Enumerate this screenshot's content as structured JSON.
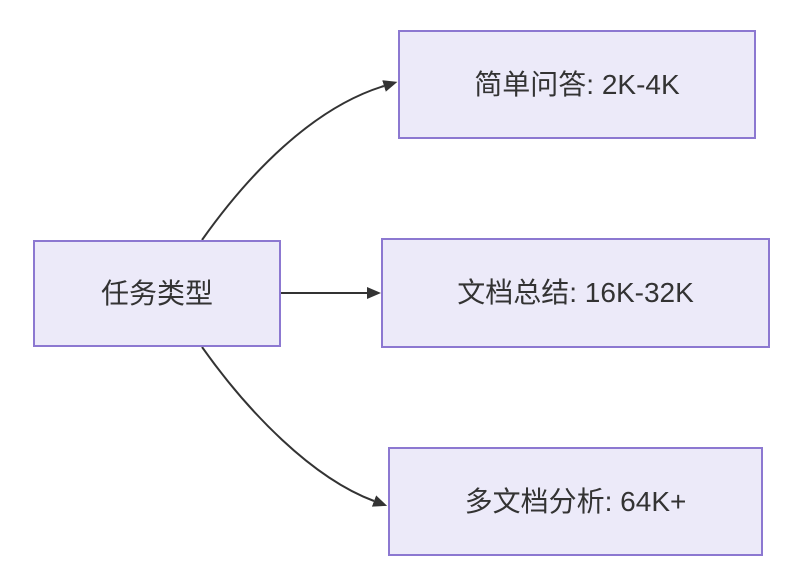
{
  "diagram": {
    "type": "flowchart",
    "root": {
      "label": "任务类型"
    },
    "branches": [
      {
        "id": "simple-qa",
        "label": "简单问答: 2K-4K"
      },
      {
        "id": "doc-summary",
        "label": "文档总结: 16K-32K"
      },
      {
        "id": "multi-doc",
        "label": "多文档分析: 64K+"
      }
    ],
    "edges": [
      {
        "from": "任务类型",
        "to": "简单问答: 2K-4K"
      },
      {
        "from": "任务类型",
        "to": "文档总结: 16K-32K"
      },
      {
        "from": "任务类型",
        "to": "多文档分析: 64K+"
      }
    ],
    "colors": {
      "node_fill": "#ECEAF9",
      "node_border": "#8C78D1",
      "edge": "#333333",
      "text": "#333333",
      "background": "#FFFFFF"
    }
  }
}
